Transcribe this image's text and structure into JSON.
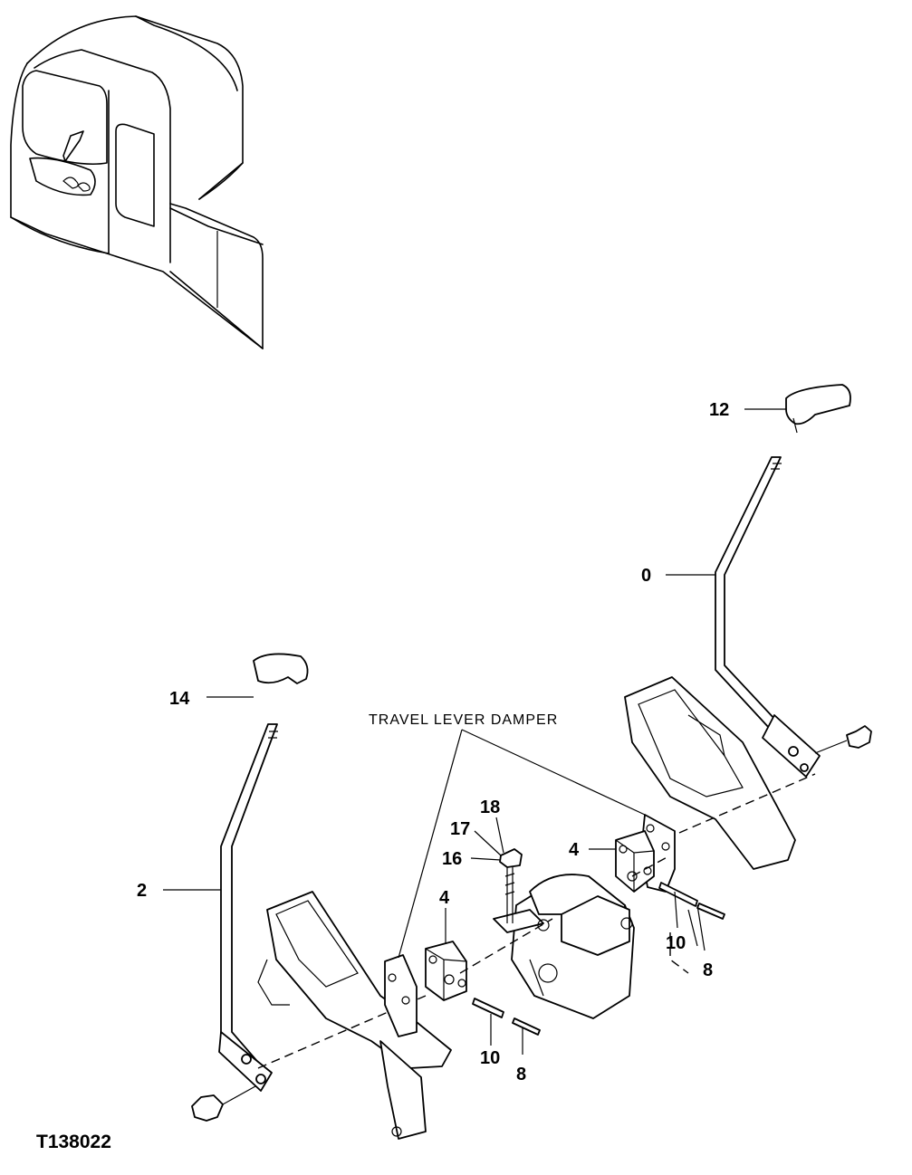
{
  "diagram": {
    "caption": "TRAVEL LEVER DAMPER",
    "figure_id": "T138022",
    "callouts": {
      "c12": "12",
      "c0": "0",
      "c14": "14",
      "c2": "2",
      "c18": "18",
      "c17": "17",
      "c16": "16",
      "c4a": "4",
      "c4b": "4",
      "c10a": "10",
      "c8a": "8",
      "c10b": "10",
      "c8b": "8"
    }
  }
}
